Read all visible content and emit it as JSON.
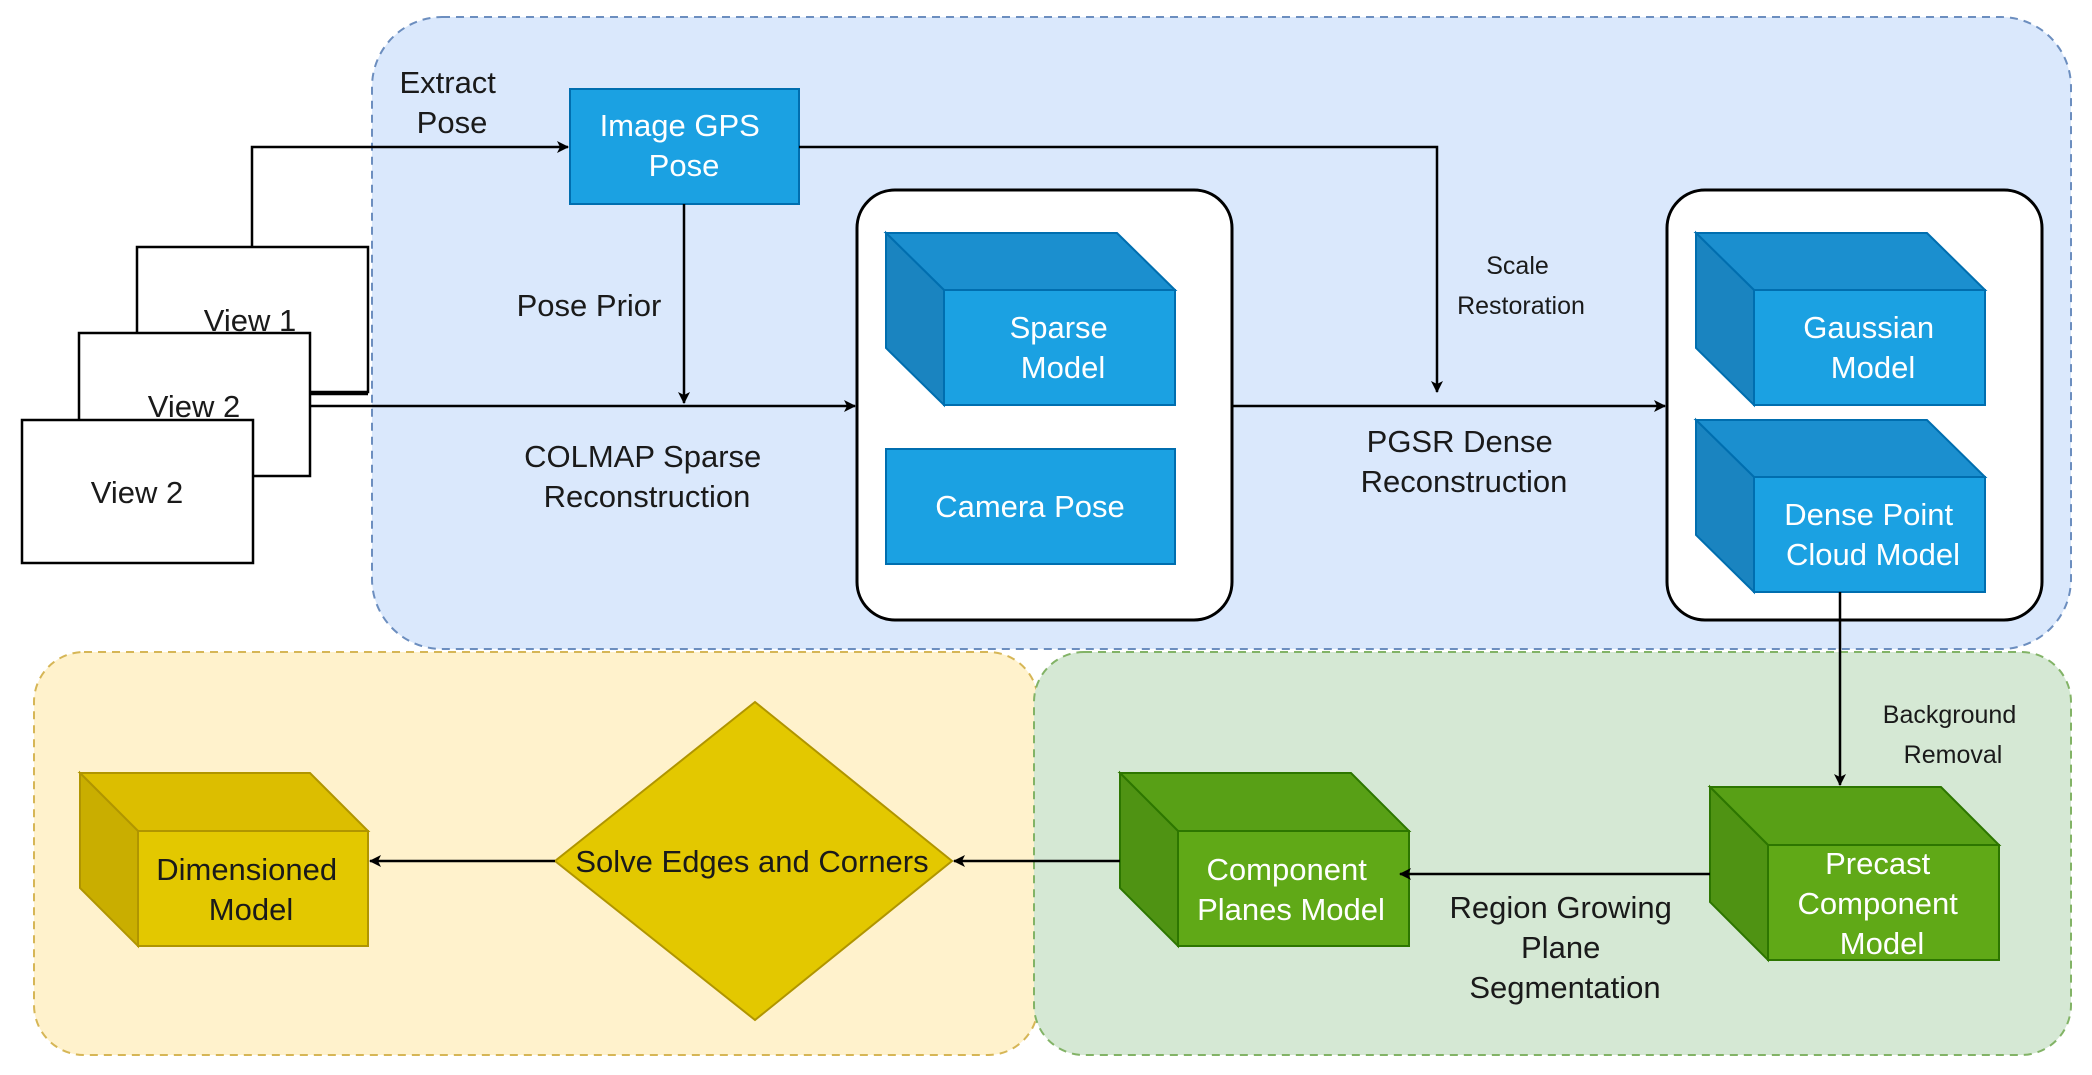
{
  "colors": {
    "blue_region": "#dae8fc",
    "blue_region_stroke": "#6c8ebf",
    "green_region": "#d5e8d4",
    "green_region_stroke": "#82b366",
    "yellow_region": "#fff2cc",
    "yellow_region_stroke": "#d6b656",
    "blue_node": "#1ba1e2",
    "blue_node_stroke": "#006eaf",
    "green_node": "#60a917",
    "green_node_stroke": "#2d7600",
    "yellow_node": "#e3c800",
    "yellow_node_stroke": "#b09500",
    "edge": "#000000"
  },
  "views": {
    "view_back": "View 1",
    "view_mid": "View 2",
    "view_front": "View 2"
  },
  "nodes": {
    "image_gps_pose": [
      "Image GPS",
      "Pose"
    ],
    "sparse_model": [
      "Sparse",
      "Model"
    ],
    "camera_pose": [
      "Camera Pose"
    ],
    "gaussian_model": [
      "Gaussian",
      "Model"
    ],
    "dense_point_cloud": [
      "Dense Point",
      "Cloud Model"
    ],
    "precast_component": [
      "Precast",
      "Component",
      "Model"
    ],
    "component_planes": [
      "Component",
      "Planes Model"
    ],
    "solve_edges": [
      "Solve Edges and Corners"
    ],
    "dimensioned_model": [
      "Dimensioned",
      "Model"
    ]
  },
  "edge_labels": {
    "extract_pose": [
      "Extract",
      "Pose"
    ],
    "pose_prior": [
      "Pose Prior"
    ],
    "colmap": [
      "COLMAP Sparse",
      "Reconstruction"
    ],
    "scale_restoration": [
      "Scale",
      "Restoration"
    ],
    "pgsr": [
      "PGSR Dense",
      "Reconstruction"
    ],
    "background_removal": [
      "Background",
      "Removal"
    ],
    "region_growing": [
      "Region Growing",
      "Plane",
      "Segmentation"
    ]
  }
}
